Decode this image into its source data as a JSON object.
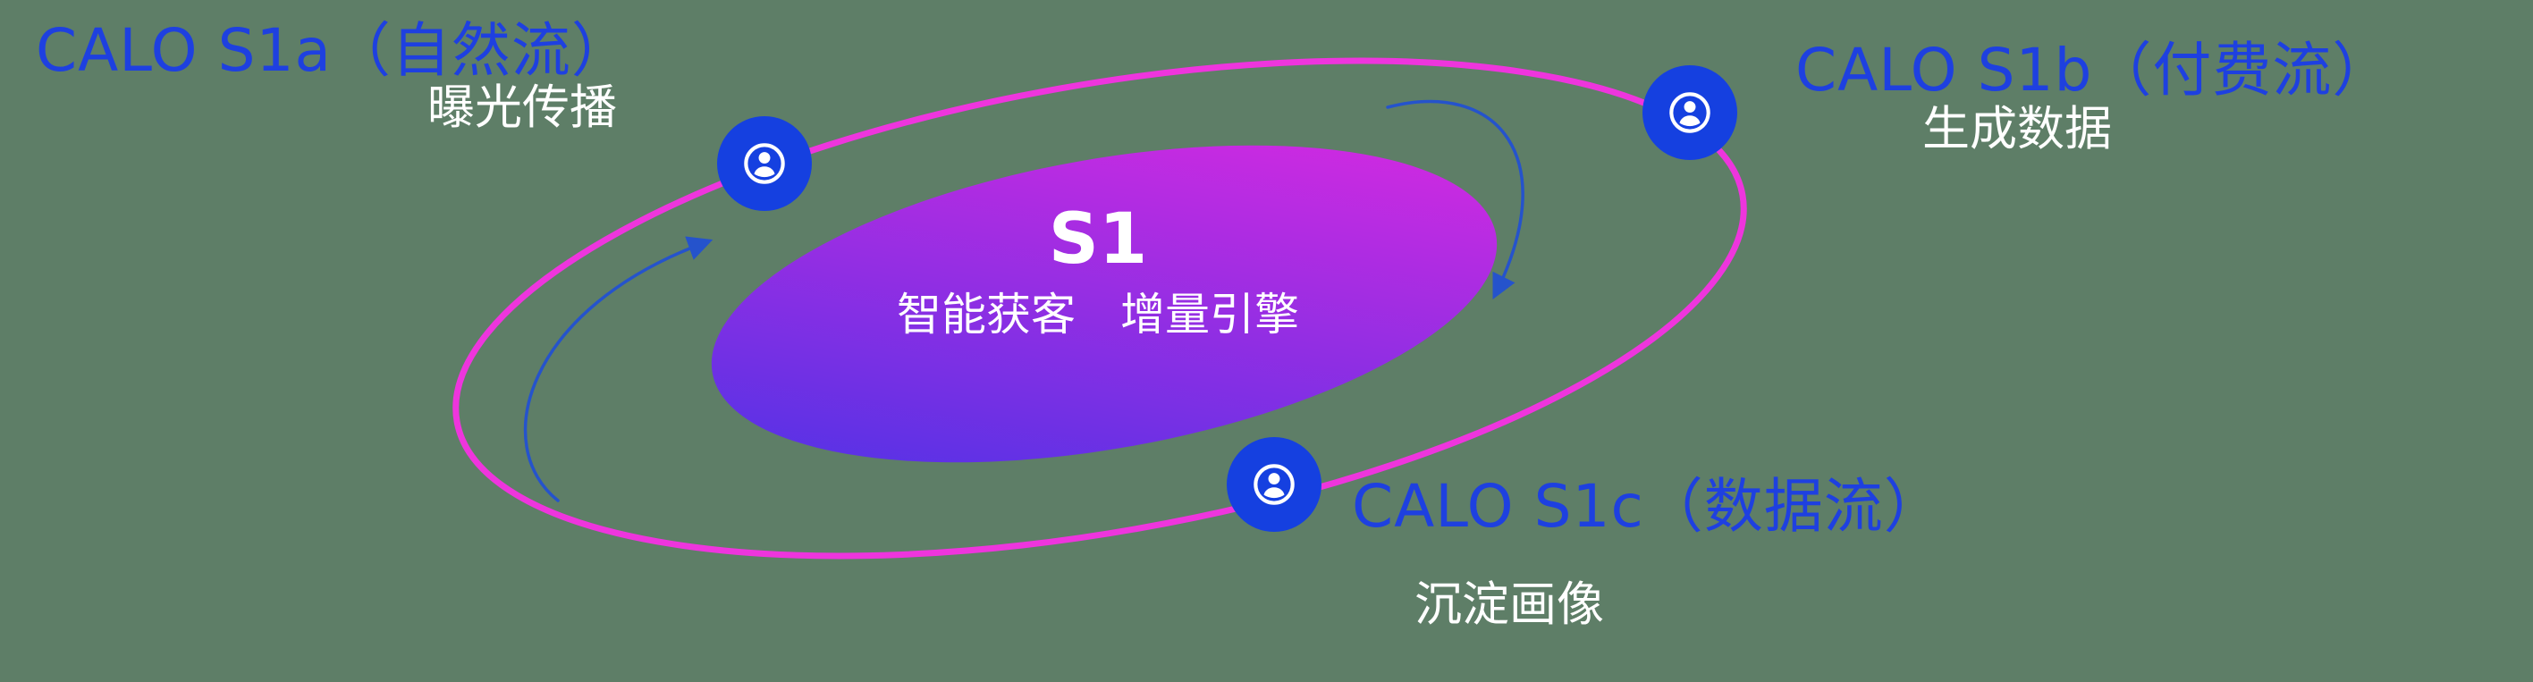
{
  "colors": {
    "background": "#5e7e67",
    "label_blue": "#1e40e0",
    "orbit_pink": "#ee35dd",
    "node_blue": "#1540e0",
    "arrow_blue": "#2553cc",
    "grad_start": "#4633e6",
    "grad_end": "#e129e0"
  },
  "center": {
    "title": "S1",
    "subtitle": "智能获客　增量引擎"
  },
  "nodes": [
    {
      "id": "s1a",
      "label": "CALO S1a（自然流）",
      "sublabel": "曝光传播"
    },
    {
      "id": "s1b",
      "label": "CALO S1b（付费流）",
      "sublabel": "生成数据"
    },
    {
      "id": "s1c",
      "label": "CALO S1c（数据流）",
      "sublabel": "沉淀画像"
    }
  ]
}
